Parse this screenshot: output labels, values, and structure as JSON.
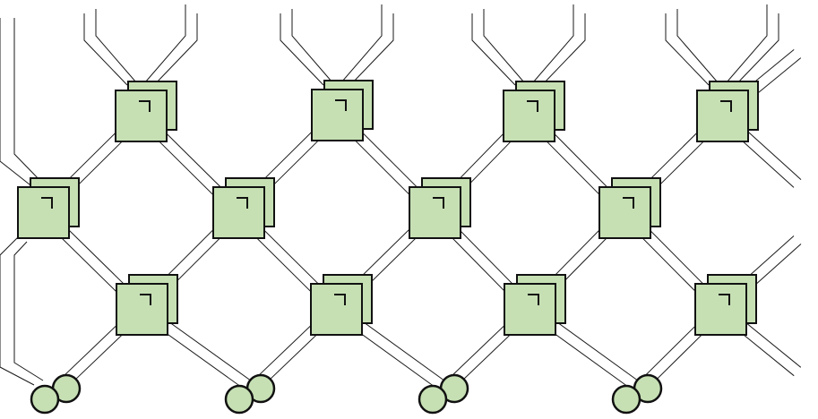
{
  "diagram": {
    "node_fill": "#c6e0b4",
    "stroke_color": "#111111",
    "wire_color": "#1a1a1a",
    "background": "#ffffff",
    "node_shape": "stacked-square-pair",
    "port_shape": "overlapping-circle-pair",
    "grid": {
      "rows": 3,
      "node_count": 12,
      "port_count": 4
    }
  }
}
